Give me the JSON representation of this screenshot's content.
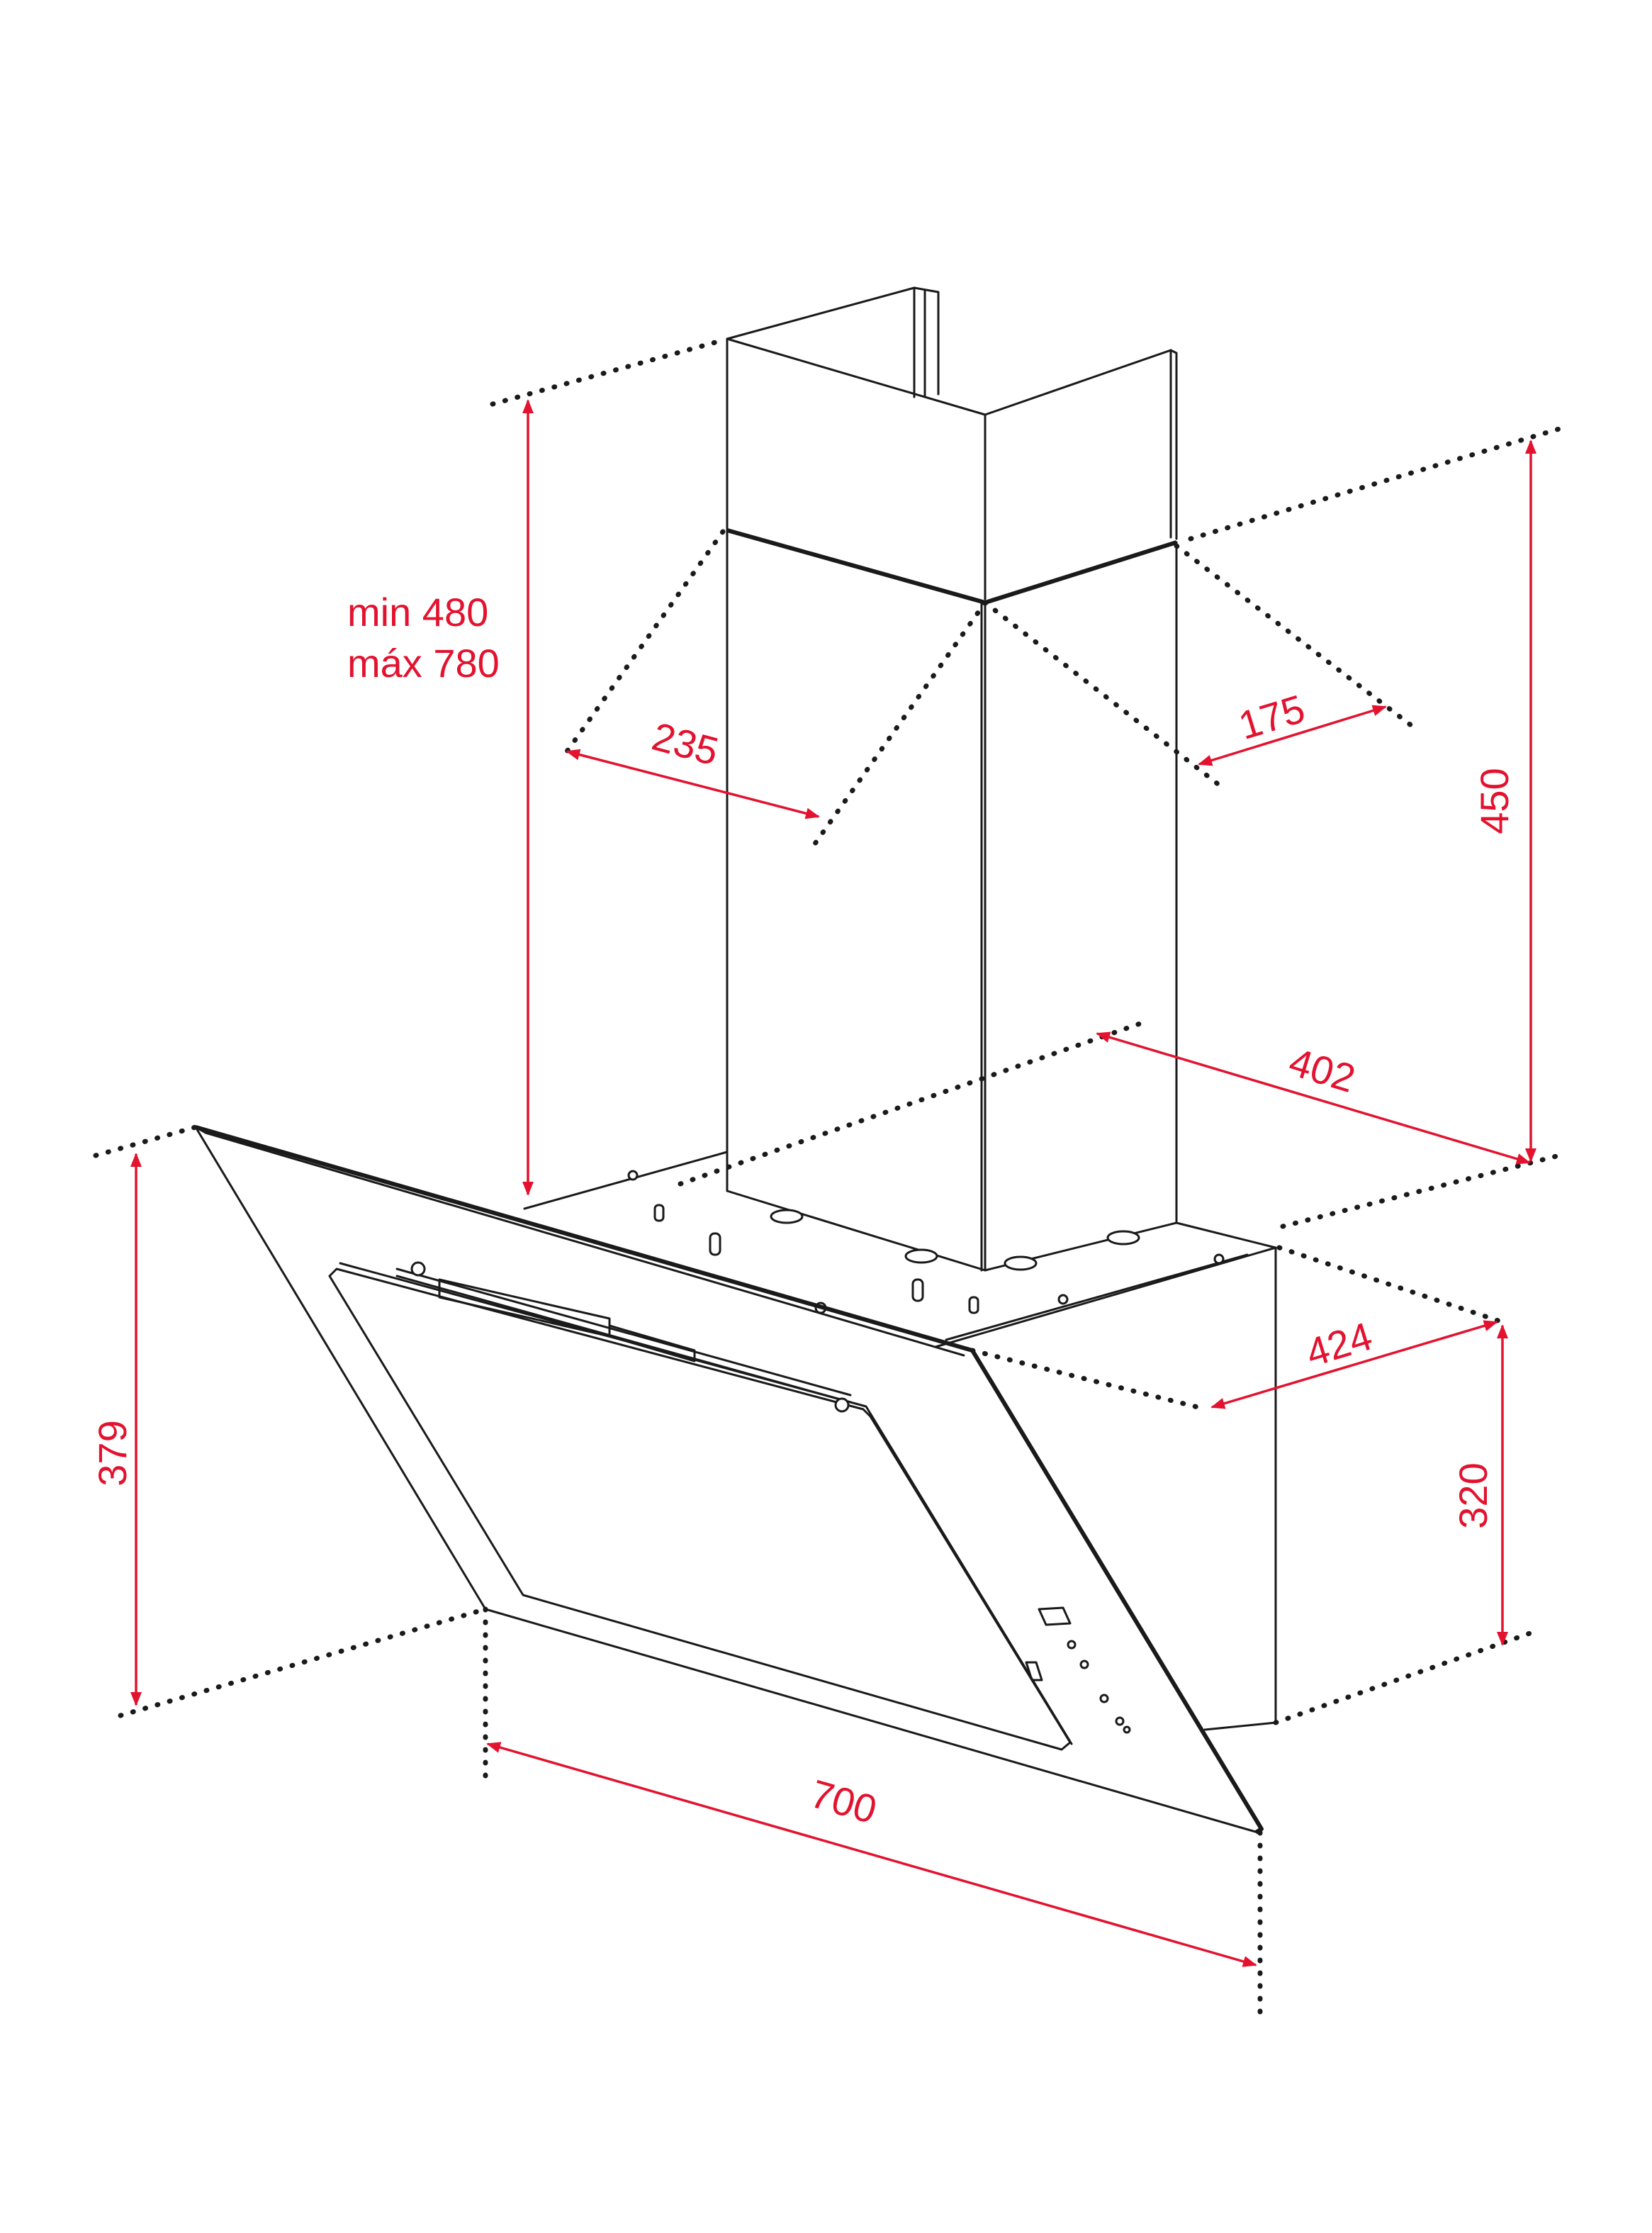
{
  "colors": {
    "dimension": "#e3122f",
    "outline": "#1a1a1a"
  },
  "dimensions": {
    "chimney_height_min": "min 480",
    "chimney_height_max": "máx 780",
    "chimney_depth": "235",
    "chimney_width": "175",
    "total_height": "450",
    "body_depth": "402",
    "glass_height": "379",
    "motor_depth": "424",
    "motor_height": "320",
    "width": "700"
  }
}
